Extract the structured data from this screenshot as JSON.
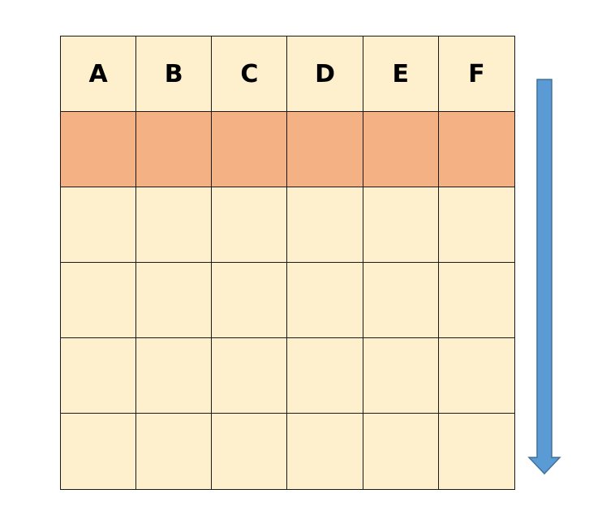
{
  "grid": {
    "columns": [
      "A",
      "B",
      "C",
      "D",
      "E",
      "F"
    ],
    "row_count": 6,
    "highlighted_row": 1
  },
  "colors": {
    "cell_fill": "#fff0cd",
    "highlight_fill": "#f4b183",
    "border": "#1a1a1a",
    "arrow_fill": "#5b9bd5",
    "arrow_stroke": "#41719c"
  },
  "arrow": {
    "direction": "down"
  }
}
